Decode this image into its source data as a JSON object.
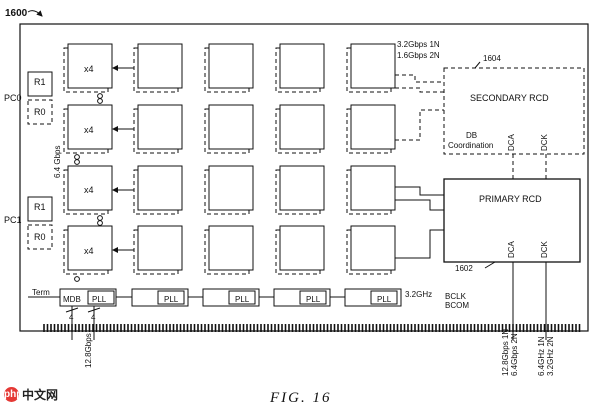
{
  "figure": {
    "ref": "1600",
    "caption": "FIG. 16"
  },
  "ranks": {
    "PC0": {
      "label": "PC0",
      "r1": "R1",
      "r0": "R0"
    },
    "PC1": {
      "label": "PC1",
      "r1": "R1",
      "r0": "R0"
    }
  },
  "chips": {
    "x4_label": "x4",
    "bw_vertical": "6.4 Gbps"
  },
  "secondary_rcd": {
    "ref": "1604",
    "title": "SECONDARY RCD",
    "db_coord_line1": "DB",
    "db_coord_line2": "Coordination",
    "dca": "DCA",
    "dck": "DCK"
  },
  "primary_rcd": {
    "ref": "1602",
    "title": "PRIMARY RCD",
    "dca": "DCA",
    "dck": "DCK"
  },
  "rate_top": {
    "line1": "3.2Gbps 1N",
    "line2": "1.6Gbps 2N"
  },
  "buffers": {
    "term": "Term",
    "mdb": "MDB",
    "pll": "PLL",
    "clock": "3.2GHz",
    "bclk": "BCLK",
    "bcom": "BCOM",
    "width_a": "4",
    "width_b": "4"
  },
  "edge_labels": {
    "left_rate": "12.8Gbps",
    "dca_rate1": "12.8Gbps 1N",
    "dca_rate2": "6.4Gbps 2N",
    "dck_rate1": "6.4GHz 1N",
    "dck_rate2": "3.2GHz 2N"
  },
  "watermark": {
    "text": "中文网"
  }
}
